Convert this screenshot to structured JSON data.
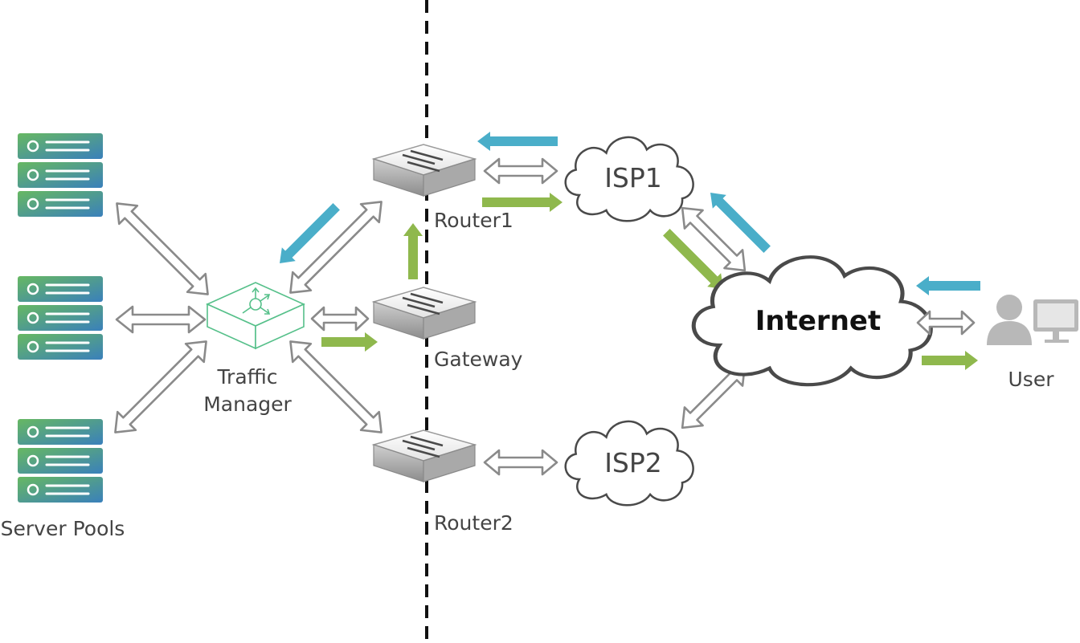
{
  "labels": {
    "server_pools": "Server Pools",
    "traffic_manager_line1": "Traffic",
    "traffic_manager_line2": "Manager",
    "router1": "Router1",
    "gateway": "Gateway",
    "router2": "Router2",
    "isp1": "ISP1",
    "isp2": "ISP2",
    "internet": "Internet",
    "user": "User"
  },
  "colors": {
    "outbound_arrow": "#4aaec9",
    "inbound_arrow": "#8fb84d",
    "link_arrow": "#888888",
    "divider": "#111111",
    "server_gradient_start": "#63b66a",
    "server_gradient_end": "#3c84b8",
    "traffic_manager": "#5fc08a",
    "user_icon": "#b8b8b8"
  },
  "icons": {
    "server": "server-rack-icon",
    "router": "router-switch-icon",
    "traffic_manager": "load-balancer-icon",
    "cloud": "cloud-icon",
    "user": "user-desktop-icon"
  }
}
